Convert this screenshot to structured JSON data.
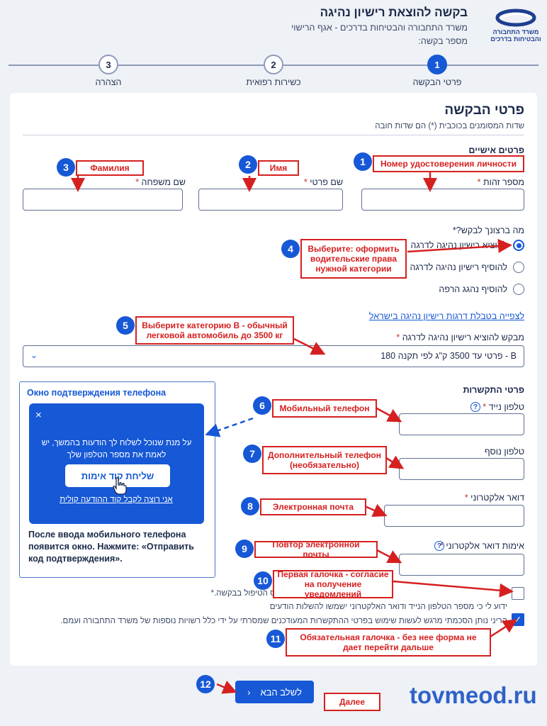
{
  "header": {
    "logo_text": "משרד התחבורה והבטיחות בדרכים",
    "title": "בקשה להוצאת רישיון נהיגה",
    "subtitle": "משרד התחבורה והבטיחות בדרכים - אגף הרישוי",
    "request_number_label": "מספר בקשה:"
  },
  "stepper": {
    "steps": [
      {
        "num": "1",
        "label": "פרטי הבקשה"
      },
      {
        "num": "2",
        "label": "כשירות רפואית"
      },
      {
        "num": "3",
        "label": "הצהרה"
      }
    ]
  },
  "form": {
    "title": "פרטי הבקשה",
    "required_note": "שדות המסומנים בכוכבית (*) הם שדות חובה",
    "personal_title": "פרטים אישיים",
    "id_label": "מספר זהות",
    "first_name_label": "שם פרטי",
    "last_name_label": "שם משפחה",
    "star": "*",
    "request_question": "מה ברצונך לבקש?*",
    "options": [
      "להוציא רישיון נהיגה לדרגה",
      "להוסיף רישיון נהיגה לדרגה",
      "להוסיף נהגג הרפה"
    ],
    "degrees_link": "לצפייה בטבלת דרגות רישיון נהיגה בישראל",
    "degree_label": "מבקש להוציא רישיון נהיגה לדרגה",
    "degree_value": "B - פרטי עד 3500 ק\"ג לפי תקנה 180",
    "contact_title": "פרטי התקשרות",
    "mobile_label": "טלפון נייד",
    "extra_phone_label": "טלפון נוסף",
    "email_label": "דואר אלקטרוני",
    "email_confirm_label": "אימות דואר אלקטרוני",
    "help_glyph": "?",
    "consent1": "ועדכונים נוספים בדבר סטטוס הטיפול בבקשה.*",
    "consent1_pre": "ידוע לי כי מספר הטלפון הנייד ודואר האלקטרוני ישמשו להשלות הודעים",
    "consent2": "הריני נותן הסכמתי מרגש לעשות שימוש בפרטי ההתקשרות המעודכנים שמסרתי על ידי כלל רשויות נוספות של משרד התחבורה ועמם.",
    "next_label": "לשלב הבא"
  },
  "popup": {
    "title": "Окно подтверждения телефона",
    "close": "×",
    "text": "על מנת שנוכל לשלוח לך הודעות בהמשך, יש לאמת את מספר הטלפון שלך",
    "button": "שליחת קוד אימות",
    "voice_link": "אני רוצה לקבל קוד ההודעה קולית",
    "description": "После ввода мобильного телефона появится окно. Нажмите: «Отправить код подтверждения»."
  },
  "annotations": {
    "n1": "1",
    "t1": "Номер удостоверения личности",
    "n2": "2",
    "t2": "Имя",
    "n3": "3",
    "t3": "Фамилия",
    "n4": "4",
    "t4": "Выберите: оформить водительские права нужной категории",
    "n5": "5",
    "t5": "Выберите категорию В - обычный легковой автомобиль до 3500 кг",
    "n6": "6",
    "t6": "Мобильный телефон",
    "n7": "7",
    "t7": "Дополнительный телефон (необязательно)",
    "n8": "8",
    "t8": "Электронная почта",
    "n9": "9",
    "t9": "Повтор электронной почты",
    "n10": "10",
    "t10": "Первая галочка - согласие на получение уведомлений",
    "n11": "11",
    "t11": "Обязательная галочка - без нее форма не дает перейти дальше",
    "n12": "12",
    "t12": "Далее"
  },
  "watermark": "tovmeod.ru",
  "colors": {
    "primary": "#1658d6",
    "annotation": "#d62020"
  }
}
